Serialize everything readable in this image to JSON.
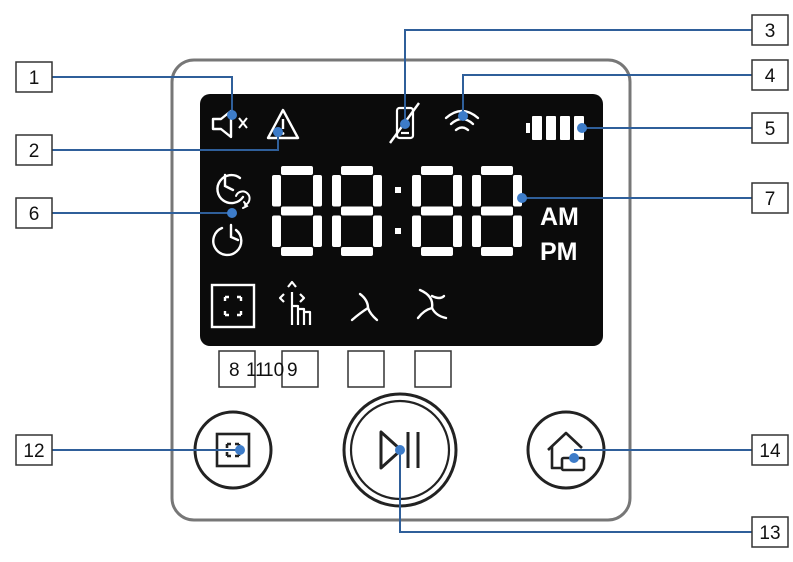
{
  "display": {
    "am_label": "AM",
    "pm_label": "PM"
  },
  "small_labels": [
    "8",
    "11",
    "10",
    "9"
  ],
  "callouts": [
    {
      "id": "1",
      "label": "1"
    },
    {
      "id": "2",
      "label": "2"
    },
    {
      "id": "3",
      "label": "3"
    },
    {
      "id": "4",
      "label": "4"
    },
    {
      "id": "5",
      "label": "5"
    },
    {
      "id": "6",
      "label": "6"
    },
    {
      "id": "7",
      "label": "7"
    },
    {
      "id": "12",
      "label": "12"
    },
    {
      "id": "13",
      "label": "13"
    },
    {
      "id": "14",
      "label": "14"
    }
  ],
  "icons": {
    "mute": "speaker-mute-icon",
    "warning": "warning-triangle-icon",
    "no_phone": "phone-disconnected-icon",
    "wifi": "wifi-icon",
    "battery": "battery-icon",
    "schedule_repeat": "clock-repeat-icon",
    "schedule_once": "clock-icon",
    "spot_clean": "spot-clean-icon",
    "manual": "hand-touch-icon",
    "fan_low": "fan-icon",
    "fan_high": "fan-turbo-icon",
    "spot_button": "spot-clean-icon",
    "start_pause": "play-pause-icon",
    "home_button": "home-dock-icon"
  }
}
